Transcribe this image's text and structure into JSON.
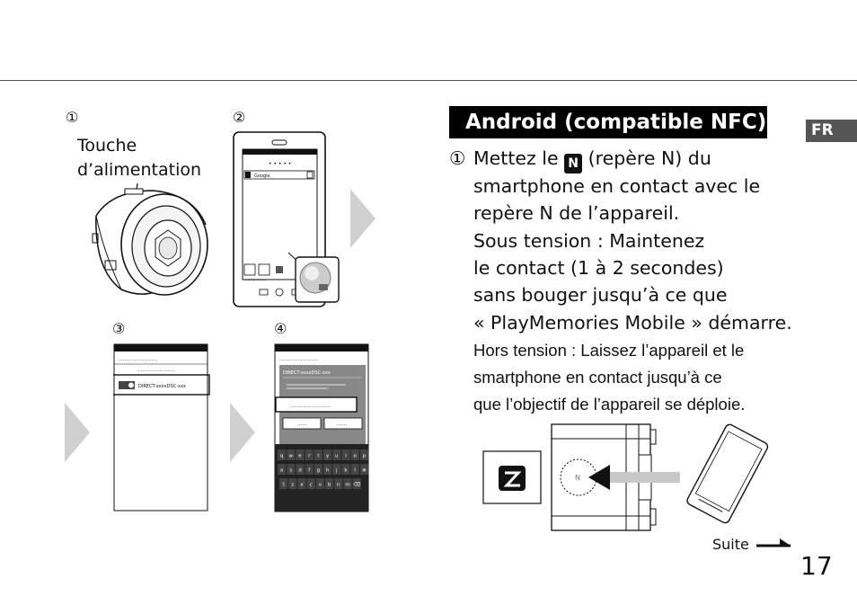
{
  "steps": {
    "s1": "①",
    "s2": "②",
    "s3": "③",
    "s4": "④"
  },
  "label": {
    "line1": "Touche",
    "line2": "d’alimentation"
  },
  "screens": {
    "search_text": "Google",
    "wifi_ssid": "DIRECT-xxxxDSC-xxx",
    "dialog_title": "DIRECT-xxxxDSC-xxx",
    "keyboard_rows": [
      [
        "q",
        "w",
        "e",
        "r",
        "t",
        "y",
        "u",
        "i",
        "o",
        "p"
      ],
      [
        "a",
        "s",
        "d",
        "f",
        "g",
        "h",
        "j",
        "k",
        "l",
        "⊗"
      ],
      [
        "⇧",
        "z",
        "x",
        "c",
        "v",
        "b",
        "n",
        "m",
        "⌫"
      ]
    ]
  },
  "heading": "Android (compatible NFC)",
  "lang_tab": "FR",
  "instructions": {
    "num": "①",
    "line1_a": "Mettez le",
    "n_symbol": "N",
    "line1_b": "(repère N) du",
    "line2": "smartphone en contact avec le",
    "line3": "repère N de l’appareil.",
    "line4": "Sous tension : Maintenez",
    "line5": "le contact (1 à 2 secondes)",
    "line6": "sans bouger jusqu’à ce que",
    "line7": "« PlayMemories Mobile » démarre.",
    "cond1": "Hors tension : Laissez l’appareil et le",
    "cond2": "smartphone en contact jusqu’à ce",
    "cond3": "que l’objectif de l’appareil se déploie."
  },
  "footer": {
    "suite": "Suite",
    "page_number": "17"
  }
}
